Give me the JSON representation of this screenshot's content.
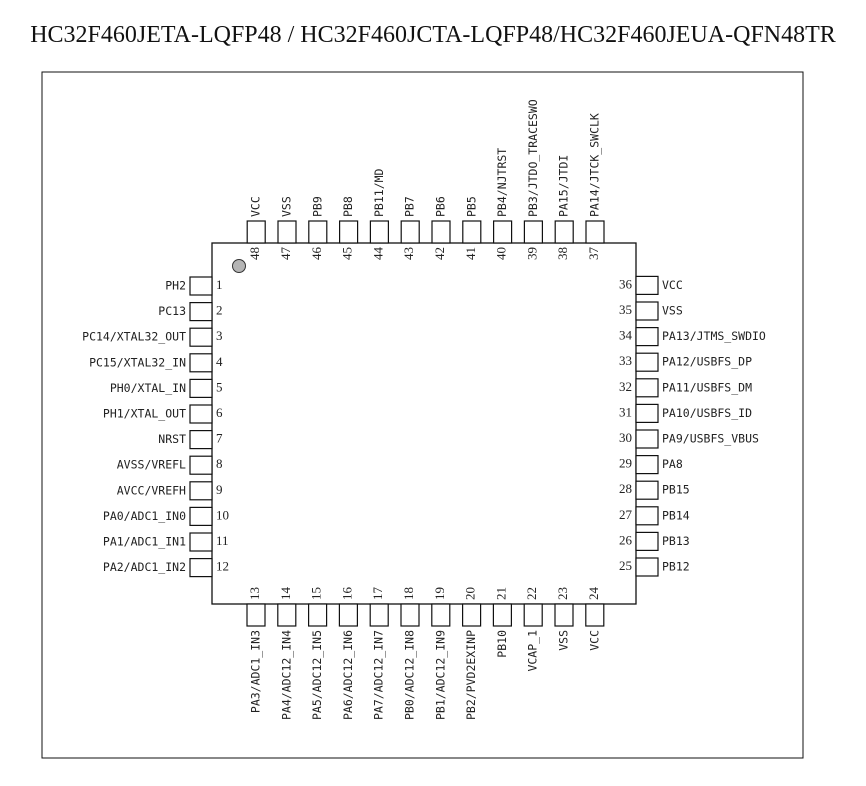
{
  "title": "HC32F460JETA-LQFP48 / HC32F460JCTA-LQFP48/HC32F460JEUA-QFN48TR",
  "pins": {
    "left": [
      {
        "num": "1",
        "label": "PH2"
      },
      {
        "num": "2",
        "label": "PC13"
      },
      {
        "num": "3",
        "label": "PC14/XTAL32_OUT"
      },
      {
        "num": "4",
        "label": "PC15/XTAL32_IN"
      },
      {
        "num": "5",
        "label": "PH0/XTAL_IN"
      },
      {
        "num": "6",
        "label": "PH1/XTAL_OUT"
      },
      {
        "num": "7",
        "label": "NRST"
      },
      {
        "num": "8",
        "label": "AVSS/VREFL"
      },
      {
        "num": "9",
        "label": "AVCC/VREFH"
      },
      {
        "num": "10",
        "label": "PA0/ADC1_IN0"
      },
      {
        "num": "11",
        "label": "PA1/ADC1_IN1"
      },
      {
        "num": "12",
        "label": "PA2/ADC1_IN2"
      }
    ],
    "bottom": [
      {
        "num": "13",
        "label": "PA3/ADC1_IN3"
      },
      {
        "num": "14",
        "label": "PA4/ADC12_IN4"
      },
      {
        "num": "15",
        "label": "PA5/ADC12_IN5"
      },
      {
        "num": "16",
        "label": "PA6/ADC12_IN6"
      },
      {
        "num": "17",
        "label": "PA7/ADC12_IN7"
      },
      {
        "num": "18",
        "label": "PB0/ADC12_IN8"
      },
      {
        "num": "19",
        "label": "PB1/ADC12_IN9"
      },
      {
        "num": "20",
        "label": "PB2/PVD2EXINP"
      },
      {
        "num": "21",
        "label": "PB10"
      },
      {
        "num": "22",
        "label": "VCAP_1"
      },
      {
        "num": "23",
        "label": "VSS"
      },
      {
        "num": "24",
        "label": "VCC"
      }
    ],
    "right": [
      {
        "num": "25",
        "label": "PB12"
      },
      {
        "num": "26",
        "label": "PB13"
      },
      {
        "num": "27",
        "label": "PB14"
      },
      {
        "num": "28",
        "label": "PB15"
      },
      {
        "num": "29",
        "label": "PA8"
      },
      {
        "num": "30",
        "label": "PA9/USBFS_VBUS"
      },
      {
        "num": "31",
        "label": "PA10/USBFS_ID"
      },
      {
        "num": "32",
        "label": "PA11/USBFS_DM"
      },
      {
        "num": "33",
        "label": "PA12/USBFS_DP"
      },
      {
        "num": "34",
        "label": "PA13/JTMS_SWDIO"
      },
      {
        "num": "35",
        "label": "VSS"
      },
      {
        "num": "36",
        "label": "VCC"
      }
    ],
    "top": [
      {
        "num": "37",
        "label": "PA14/JTCK_SWCLK"
      },
      {
        "num": "38",
        "label": "PA15/JTDI"
      },
      {
        "num": "39",
        "label": "PB3/JTDO_TRACESWO"
      },
      {
        "num": "40",
        "label": "PB4/NJTRST"
      },
      {
        "num": "41",
        "label": "PB5"
      },
      {
        "num": "42",
        "label": "PB6"
      },
      {
        "num": "43",
        "label": "PB7"
      },
      {
        "num": "44",
        "label": "PB11/MD"
      },
      {
        "num": "45",
        "label": "PB8"
      },
      {
        "num": "46",
        "label": "PB9"
      },
      {
        "num": "47",
        "label": "VSS"
      },
      {
        "num": "48",
        "label": "VCC"
      }
    ]
  }
}
